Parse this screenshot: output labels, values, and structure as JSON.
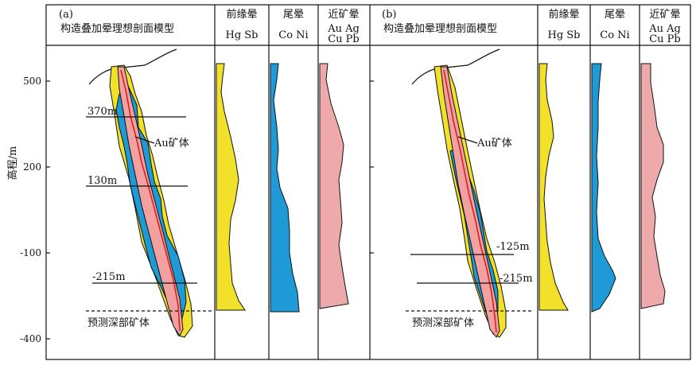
{
  "y_axis": {
    "label": "高程/m",
    "ticks": [
      500,
      200,
      -100,
      -400
    ]
  },
  "panels": [
    {
      "id": "a",
      "tag": "(a)",
      "title": "构造叠加晕理想剖面模型",
      "columns": [
        {
          "key": "front",
          "title": "前缘晕",
          "elements": "Hg Sb",
          "color": "#f2e12a"
        },
        {
          "key": "tail",
          "title": "尾晕",
          "elements": "Co Ni",
          "color": "#1e9ad6"
        },
        {
          "key": "near",
          "title": "近矿晕",
          "elements_line1": "Au Ag",
          "elements_line2": "Cu Pb",
          "color": "#eeaaaa"
        }
      ],
      "levels": [
        {
          "label": "370m",
          "elevation": 370
        },
        {
          "label": "130m",
          "elevation": 130
        },
        {
          "label": "-215m",
          "elevation": -215
        }
      ],
      "ore_label": "Au矿体",
      "deep_label": "预测深部矿体"
    },
    {
      "id": "b",
      "tag": "(b)",
      "title": "构造叠加晕理想剖面模型",
      "columns": [
        {
          "key": "front",
          "title": "前缘晕",
          "elements": "Hg Sb",
          "color": "#f2e12a"
        },
        {
          "key": "tail",
          "title": "尾晕",
          "elements": "Co Ni",
          "color": "#1e9ad6"
        },
        {
          "key": "near",
          "title": "近矿晕",
          "elements_line1": "Au Ag",
          "elements_line2": "Cu Pb",
          "color": "#eeaaaa"
        }
      ],
      "levels": [
        {
          "label": "-125m",
          "elevation": -125
        },
        {
          "label": "-215m",
          "elevation": -215
        }
      ],
      "ore_label": "Au矿体",
      "deep_label": "预测深部矿体"
    }
  ],
  "colors": {
    "halo_yellow": "#f2e12a",
    "halo_blue": "#1e9ad6",
    "ore_pink": "#f2a0a0",
    "ore_red": "#d82020",
    "line": "#111111"
  }
}
